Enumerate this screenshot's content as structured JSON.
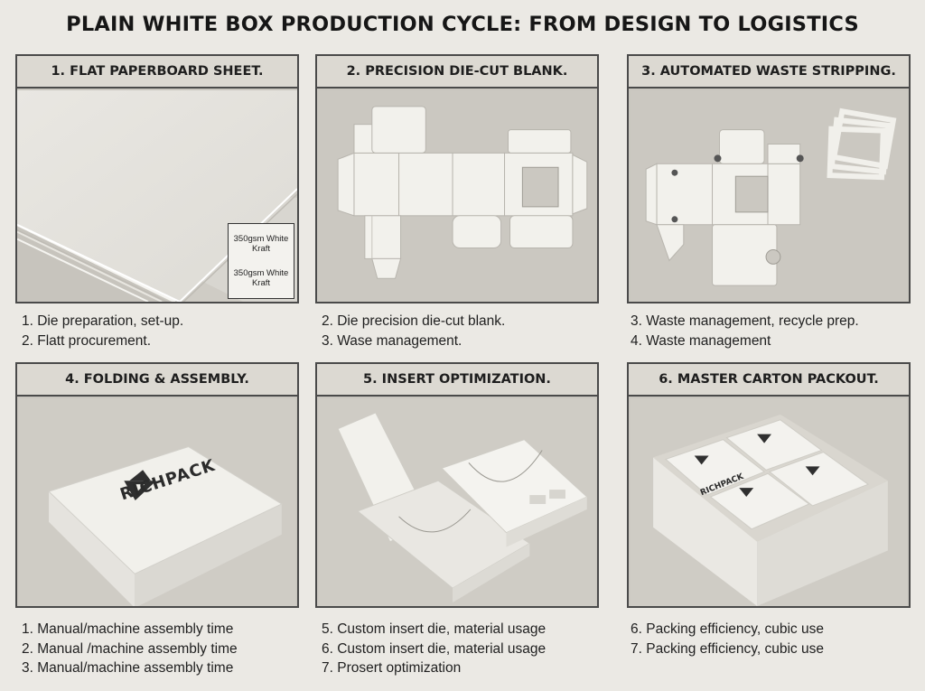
{
  "title": "PLAIN WHITE BOX PRODUCTION CYCLE: FROM DESIGN TO LOGISTICS",
  "panels": [
    {
      "heading": "1. FLAT PAPERBOARD SHEET.",
      "label_top": "350gsm White Kraft",
      "label_bottom": "350gsm White Kraft",
      "notes": [
        "1. Die preparation, set-up.",
        "2. Flatt procurement."
      ]
    },
    {
      "heading": "2. PRECISION DIE-CUT BLANK.",
      "notes": [
        "2. Die precision die-cut blank.",
        "3. Wase management."
      ]
    },
    {
      "heading": "3. AUTOMATED WASTE STRIPPING.",
      "notes": [
        "3. Waste management, recycle prep.",
        "4. Waste management"
      ]
    },
    {
      "heading": "4. FOLDING & ASSEMBLY.",
      "brand": "RICHPACK",
      "notes": [
        "1. Manual/machine assembly time",
        "2. Manual /machine assembly time",
        "3. Manual/machine assembly time"
      ]
    },
    {
      "heading": "5. INSERT OPTIMIZATION.",
      "notes": [
        "5. Custom insert die, material usage",
        "6. Custom insert die, material usage",
        "7. Prosert optimization"
      ]
    },
    {
      "heading": "6. MASTER CARTON PACKOUT.",
      "brand": "RICHPACK",
      "notes": [
        "6. Packing efficiency, cubic use",
        "7. Packing efficiency, cubic use"
      ]
    }
  ],
  "colors": {
    "panel_bg": "#c9c6bf",
    "header_bg": "#dcd9d2",
    "paper_white": "#f2f1ec",
    "brand_dark": "#2b2b2b",
    "brand_green": "#4f7a3a"
  }
}
